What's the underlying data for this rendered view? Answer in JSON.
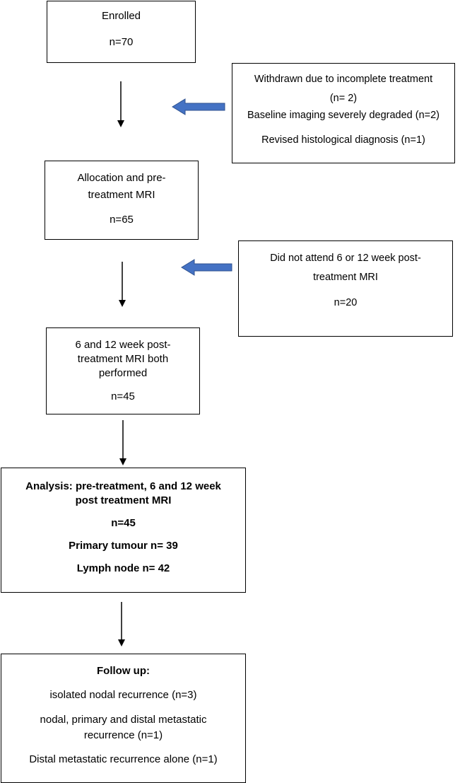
{
  "enrolled": {
    "title": "Enrolled",
    "count": "n=70"
  },
  "exclusion_1": {
    "lines": [
      "Withdrawn due to incomplete treatment",
      "(n= 2)",
      "Baseline imaging severely degraded (n=2)",
      "Revised histological diagnosis (n=1)"
    ]
  },
  "allocation": {
    "line1": "Allocation and pre-",
    "line2": "treatment MRI",
    "count": "n=65"
  },
  "exclusion_2": {
    "line1": "Did not attend 6 or 12  week post-",
    "line2": "treatment MRI",
    "count": "n=20"
  },
  "post_treatment": {
    "line1": "6 and 12 week post-",
    "line2": "treatment MRI both",
    "line3": "performed",
    "count": "n=45"
  },
  "analysis": {
    "line1": "Analysis: pre-treatment, 6 and 12 week",
    "line2": "post treatment MRI",
    "count": "n=45",
    "primary": "Primary tumour n= 39",
    "lymph": "Lymph node n= 42"
  },
  "follow_up": {
    "title": "Follow up:",
    "item1": "isolated nodal recurrence (n=3)",
    "item2_line1": "nodal, primary and distal metastatic",
    "item2_line2": "recurrence (n=1)",
    "item3": "Distal metastatic recurrence alone (n=1)"
  },
  "colors": {
    "exclusion_arrow": "#4472c4",
    "exclusion_arrow_stroke": "#2f528f"
  }
}
